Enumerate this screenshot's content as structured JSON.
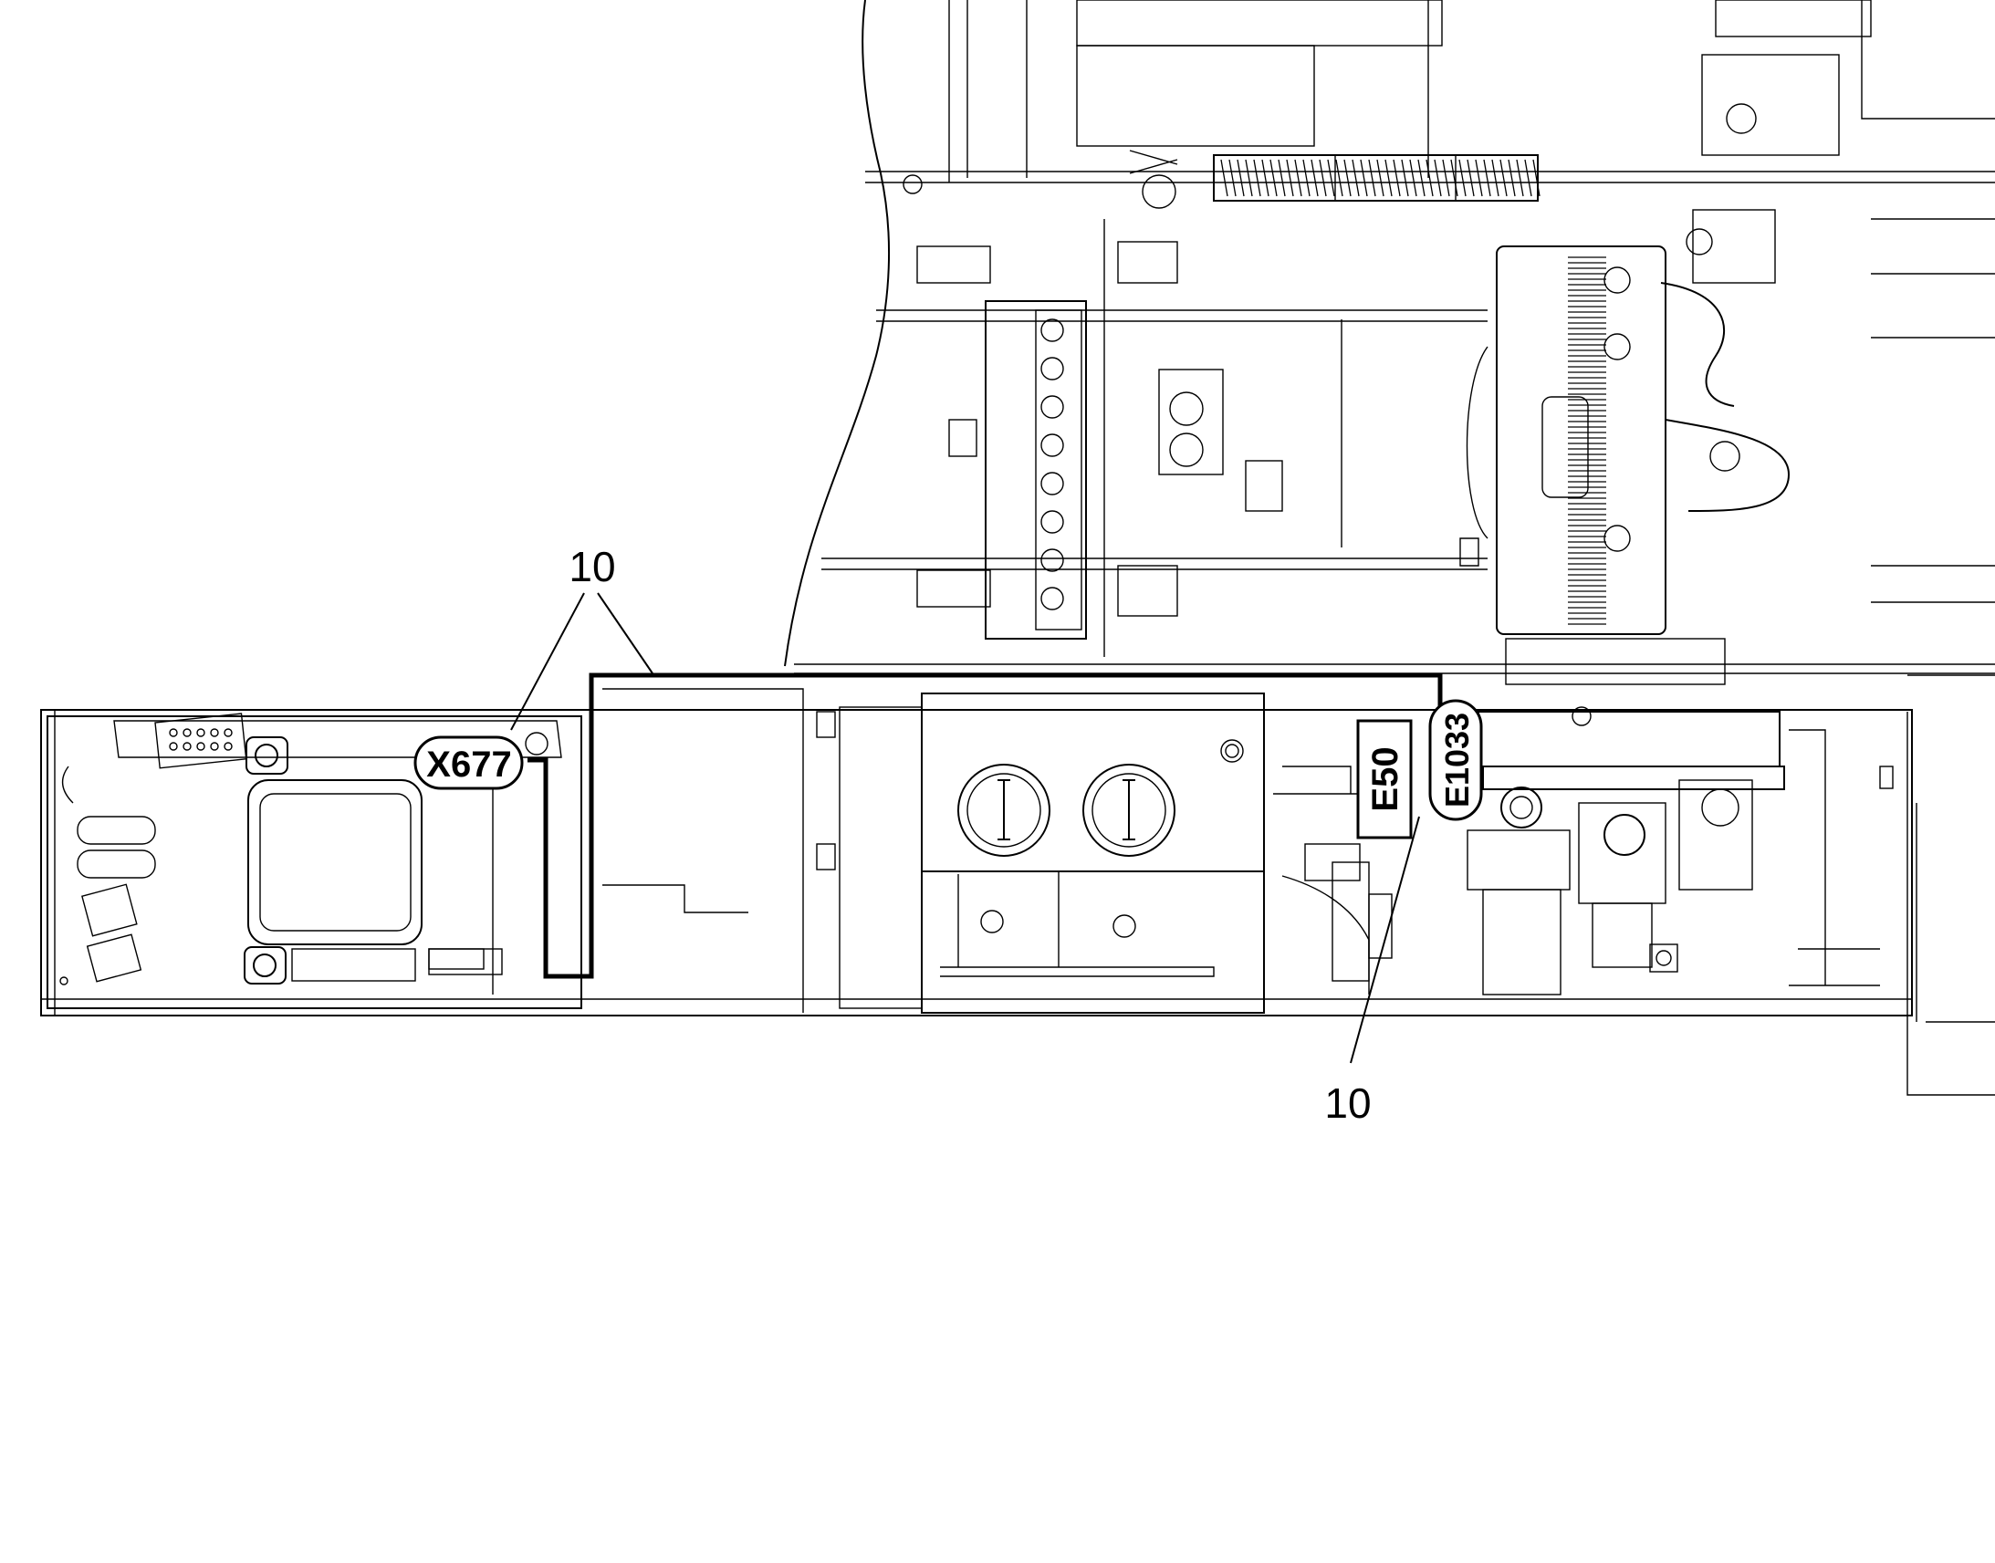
{
  "diagram": {
    "callouts": [
      {
        "id": "harness-callout-top",
        "text": "10"
      },
      {
        "id": "harness-callout-bottom",
        "text": "10"
      }
    ],
    "connectors": [
      {
        "id": "connector-x677",
        "text": "X677"
      },
      {
        "id": "connector-e50",
        "text": "E50"
      },
      {
        "id": "connector-e1033",
        "text": "E1033"
      }
    ]
  }
}
